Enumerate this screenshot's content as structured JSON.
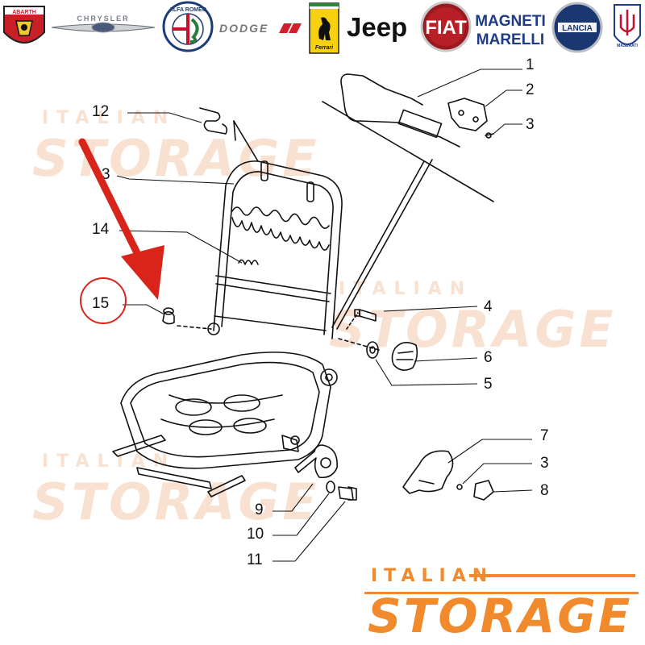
{
  "logos": {
    "abarth": "ABARTH",
    "chrysler": "CHRYSLER",
    "alfa": "ALFA ROMEO",
    "dodge": "DODGE",
    "ferrari": "Ferrari",
    "jeep": "Jeep",
    "fiat": "FIAT",
    "magneti_1": "MAGNETI",
    "magneti_2": "MARELLI",
    "lancia": "LANCIA",
    "maserati": "MASERATI"
  },
  "watermark": {
    "top": "ITALIAN",
    "big": "STORAGE"
  },
  "brand": {
    "top": "ITALIAN",
    "big": "STORAGE",
    "color": "#f08a2c"
  },
  "callouts": {
    "c1": "1",
    "c2": "2",
    "c3a": "3",
    "c3b": "3",
    "c3c": "3",
    "c4": "4",
    "c5": "5",
    "c6": "6",
    "c7": "7",
    "c8": "8",
    "c9": "9",
    "c10": "10",
    "c11": "11",
    "c12": "12",
    "c14": "14",
    "c15": "15"
  },
  "highlight": {
    "part": "15",
    "color": "#d9241b"
  }
}
